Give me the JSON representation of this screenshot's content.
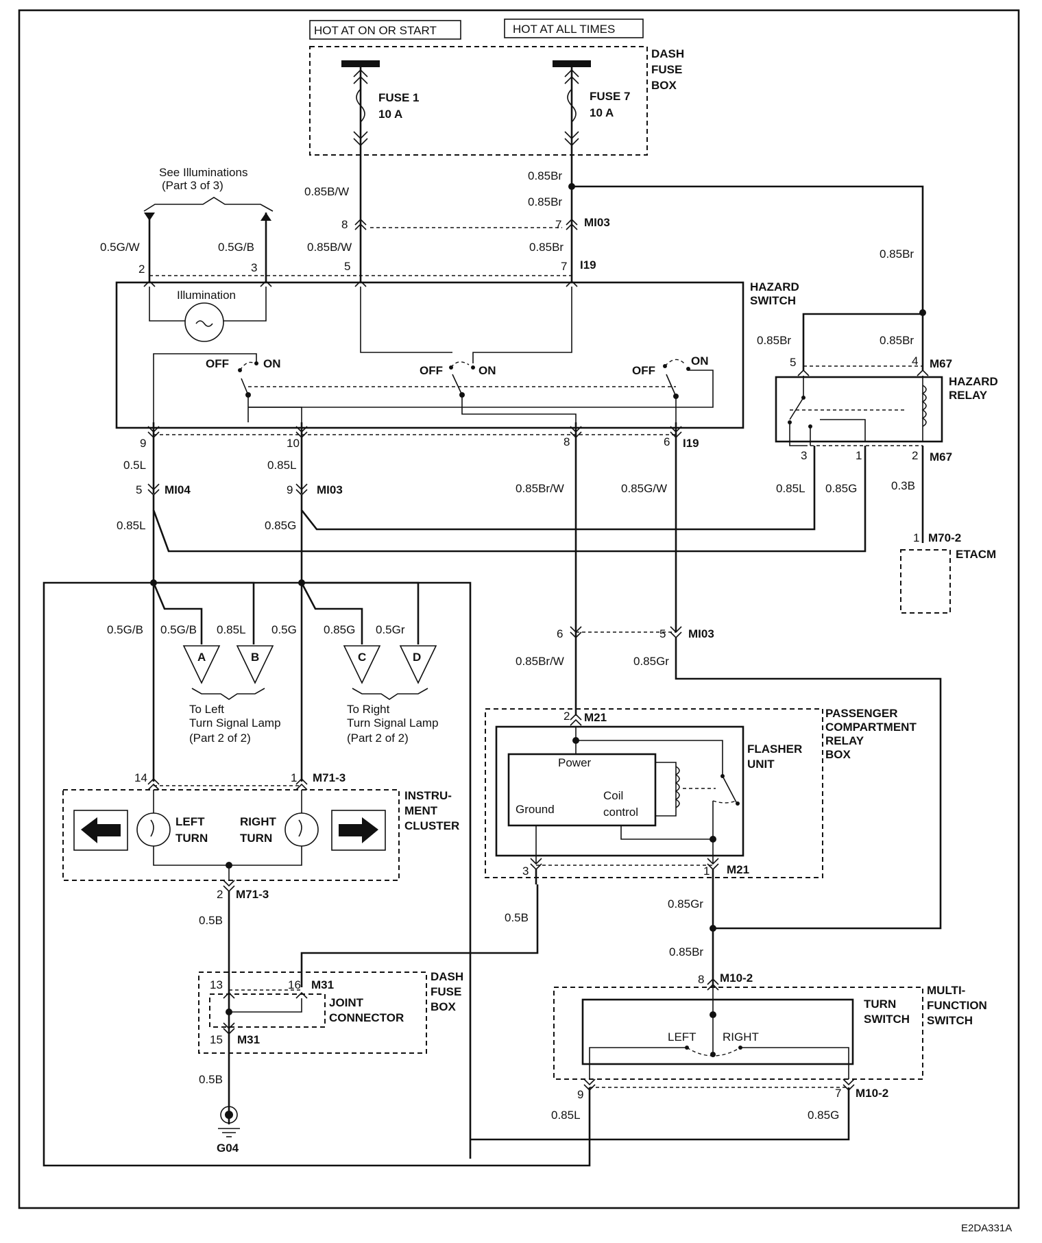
{
  "diagram_id": "E2DA331A",
  "power": {
    "hot_on_start": "HOT AT ON OR START",
    "hot_all_times": "HOT AT ALL TIMES",
    "fuse_box_top": "DASH FUSE BOX",
    "fuse1_name": "FUSE 1",
    "fuse1_rating": "10 A",
    "fuse7_name": "FUSE 7",
    "fuse7_rating": "10 A"
  },
  "see_illum_1": "See Illuminations",
  "see_illum_2": "(Part 3 of 3)",
  "hazard_switch": {
    "title": "HAZARD SWITCH",
    "illumination": "Illumination",
    "off": "OFF",
    "on": "ON"
  },
  "hazard_relay": {
    "title": "HAZARD RELAY"
  },
  "etacm": "ETACM",
  "flasher": {
    "relay_box": "PASSENGER COMPARTMENT RELAY BOX",
    "title": "FLASHER UNIT",
    "power": "Power",
    "ground": "Ground",
    "coil": "Coil",
    "control": "control"
  },
  "cluster": {
    "title": "INSTRU- MENT CLUSTER",
    "left1": "LEFT",
    "left2": "TURN",
    "right1": "RIGHT",
    "right2": "TURN"
  },
  "joint": {
    "title": "JOINT CONNECTOR",
    "box": "DASH FUSE BOX"
  },
  "multifunction": {
    "title": "MULTI- FUNCTION SWITCH",
    "turn_switch": "TURN SWITCH",
    "left": "LEFT",
    "right": "RIGHT"
  },
  "lamps": {
    "a": "A",
    "b": "B",
    "c": "C",
    "d": "D",
    "left_1": "To Left",
    "left_2": "Turn Signal Lamp",
    "left_3": "(Part 2 of 2)",
    "right_1": "To Right",
    "right_2": "Turn Signal Lamp",
    "right_3": "(Part 2 of 2)"
  },
  "ground": "G04",
  "wires": {
    "w_85bw_a": "0.85B/W",
    "w_85br_a": "0.85Br",
    "w_85br_b": "0.85Br",
    "w_5gw": "0.5G/W",
    "w_5gb": "0.5G/B",
    "w_85bw_b": "0.85B/W",
    "w_85br_c": "0.85Br",
    "w_85br_right": "0.85Br",
    "w_85br_d": "0.85Br",
    "w_85br_e": "0.85Br",
    "w_5l": "0.5L",
    "w_85l_a": "0.85L",
    "w_85l_b": "0.85L",
    "w_85g_a": "0.85G",
    "w_85brw_a": "0.85Br/W",
    "w_85gw": "0.85G/W",
    "w_85l_c": "0.85L",
    "w_85g_b": "0.85G",
    "w_3b": "0.3B",
    "w_5gb_b": "0.5G/B",
    "w_5gb_c": "0.5G/B",
    "w_85l_d": "0.85L",
    "w_5g": "0.5G",
    "w_85g_c": "0.85G",
    "w_5gr": "0.5Gr",
    "w_85brw_b": "0.85Br/W",
    "w_85gr_a": "0.85Gr",
    "w_5b_a": "0.5B",
    "w_5b_b": "0.5B",
    "w_5b_c": "0.5B",
    "w_85gr_b": "0.85Gr",
    "w_85br_f": "0.85Br",
    "w_85l_e": "0.85L",
    "w_85g_d": "0.85G"
  },
  "connectors": {
    "mi03_a": "MI03",
    "i19_a": "I19",
    "i19_b": "I19",
    "m67_a": "M67",
    "m67_b": "M67",
    "mi04": "MI04",
    "mi03_b": "MI03",
    "mi03_c": "MI03",
    "m70": "M70-2",
    "m21_a": "M21",
    "m21_b": "M21",
    "m71_a": "M71-3",
    "m71_b": "M71-3",
    "m31_a": "M31",
    "m31_b": "M31",
    "m10_a": "M10-2",
    "m10_b": "M10-2"
  },
  "pins": {
    "p8a": "8",
    "p7a": "7",
    "p2a": "2",
    "p3a": "3",
    "p5a": "5",
    "p7b": "7",
    "p9a": "9",
    "p10a": "10",
    "p8b": "8",
    "p6a": "6",
    "p5b": "5",
    "p4b": "4",
    "p3b": "3",
    "p1b": "1",
    "p2b": "2",
    "p5c": "5",
    "p9c": "9",
    "p1c": "1",
    "p6d": "6",
    "p5d": "5",
    "p2d": "2",
    "p3d": "3",
    "p1d": "1",
    "p14": "14",
    "p1e": "1",
    "p2e": "2",
    "p13": "13",
    "p16": "16",
    "p15": "15",
    "p8f": "8",
    "p9f": "9",
    "p7f": "7"
  }
}
